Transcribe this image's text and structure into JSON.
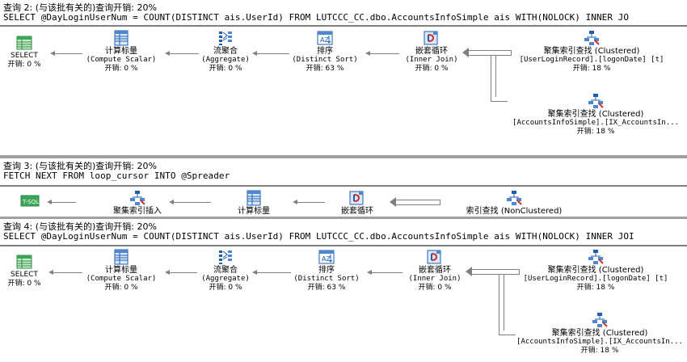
{
  "queries": [
    {
      "header": "查询 2: (与该批有关的)查询开销: 20%",
      "sql": "SELECT @DayLoginUserNum = COUNT(DISTINCT ais.UserId) FROM LUTCCC_CC.dbo.AccountsInfoSimple ais WITH(NOLOCK) INNER JO",
      "nodes": {
        "select": {
          "label": "SELECT",
          "cost": "开销: 0 %"
        },
        "compute": {
          "label": "计算标量",
          "sub": "(Compute Scalar)",
          "cost": "开销: 0 %"
        },
        "aggregate": {
          "label": "流聚合",
          "sub": "(Aggregate)",
          "cost": "开销: 0 %"
        },
        "sort": {
          "label": "排序",
          "sub": "(Distinct Sort)",
          "cost": "开销: 63 %"
        },
        "join": {
          "label": "嵌套循环",
          "sub": "(Inner Join)",
          "cost": "开销: 0 %"
        },
        "seek1": {
          "label": "聚集索引查找 (Clustered)",
          "sub": "[UserLoginRecord].[logonDate] [t]",
          "cost": "开销: 18 %"
        },
        "seek2": {
          "label": "聚集索引查找 (Clustered)",
          "sub": "[AccountsInfoSimple].[IX_AccountsIn...",
          "cost": "开销: 18 %"
        }
      }
    },
    {
      "header": "查询 3: (与该批有关的)查询开销: 20%",
      "sql": "FETCH NEXT FROM loop_cursor INTO @Spreader",
      "nodes": {
        "tsql": {
          "label": "T-SQL"
        },
        "insert": {
          "label": "聚集索引插入"
        },
        "compute": {
          "label": "计算标量"
        },
        "join": {
          "label": "嵌套循环"
        },
        "seek": {
          "label": "索引查找 (NonClustered)"
        }
      }
    },
    {
      "header": "查询 4: (与该批有关的)查询开销: 20%",
      "sql": "SELECT @DayLoginUserNum = COUNT(DISTINCT ais.UserId) FROM LUTCCC_CC.dbo.AccountsInfoSimple ais WITH(NOLOCK) INNER JOI",
      "nodes": {
        "select": {
          "label": "SELECT",
          "cost": "开销: 0 %"
        },
        "compute": {
          "label": "计算标量",
          "sub": "(Compute Scalar)",
          "cost": "开销: 0 %"
        },
        "aggregate": {
          "label": "流聚合",
          "sub": "(Aggregate)",
          "cost": "开销: 0 %"
        },
        "sort": {
          "label": "排序",
          "sub": "(Distinct Sort)",
          "cost": "开销: 63 %"
        },
        "join": {
          "label": "嵌套循环",
          "sub": "(Inner Join)",
          "cost": "开销: 0 %"
        },
        "seek1": {
          "label": "聚集索引查找 (Clustered)",
          "sub": "[UserLoginRecord].[logonDate] [t]",
          "cost": "开销: 18 %"
        },
        "seek2": {
          "label": "聚集索引查找 (Clustered)",
          "sub": "[AccountsInfoSimple].[IX_AccountsIn...",
          "cost": "开销: 18 %"
        }
      }
    }
  ],
  "icons": {
    "select": "select-grid-icon",
    "compute": "compute-scalar-icon",
    "aggregate": "stream-aggregate-icon",
    "sort": "sort-icon",
    "join": "nested-loops-icon",
    "seek": "clustered-index-seek-icon",
    "tsql": "tsql-icon"
  },
  "colors": {
    "accent": "#1b5fb4",
    "select_green": "#3aa457",
    "arrow": "#808080"
  }
}
